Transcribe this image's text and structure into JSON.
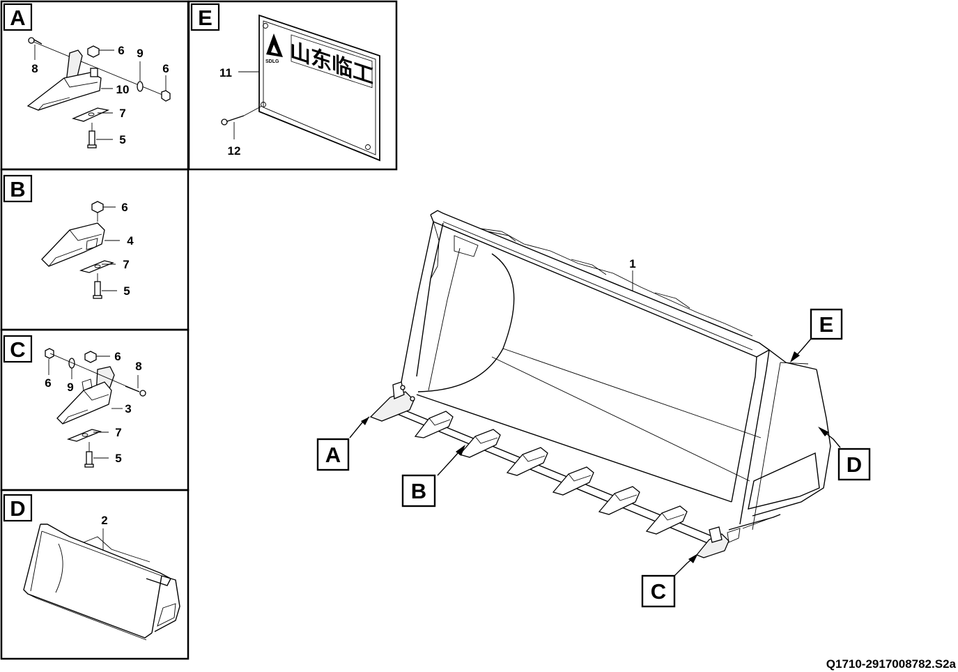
{
  "panels": {
    "A": {
      "letter": "A",
      "callouts": {
        "c8": "8",
        "c6a": "6",
        "c9": "9",
        "c6b": "6",
        "c10": "10",
        "c7": "7",
        "c5": "5"
      }
    },
    "B": {
      "letter": "B",
      "callouts": {
        "c6": "6",
        "c4": "4",
        "c7": "7",
        "c5": "5"
      }
    },
    "C": {
      "letter": "C",
      "callouts": {
        "c6a": "6",
        "c6b": "6",
        "c9": "9",
        "c8": "8",
        "c3": "3",
        "c7": "7",
        "c5": "5"
      }
    },
    "D": {
      "letter": "D",
      "callouts": {
        "c2": "2"
      }
    },
    "E": {
      "letter": "E",
      "callouts": {
        "c11": "11",
        "c12": "12"
      },
      "plate_text": "山东临工",
      "plate_brand": "SDLG"
    }
  },
  "main": {
    "callout_1": "1",
    "locators": {
      "A": "A",
      "B": "B",
      "C": "C",
      "D": "D",
      "E": "E"
    }
  },
  "doc_number": "Q1710-2917008782.S2a"
}
